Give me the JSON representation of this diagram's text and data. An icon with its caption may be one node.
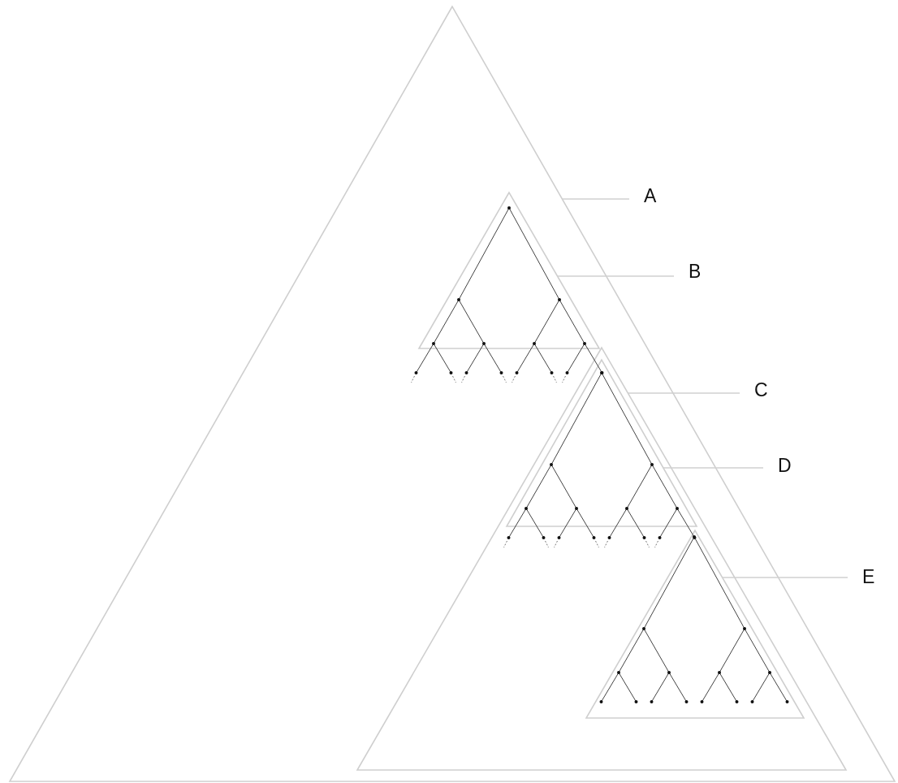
{
  "diagram": {
    "nodes": [
      {
        "text": [],
        "shape": "triangle"
      },
      {
        "text": [],
        "shape": "triangle",
        "in": 0
      },
      {
        "text": [],
        "shape": "triangle",
        "in": 0
      },
      {
        "text": [],
        "shape": "triangle",
        "in": 2
      },
      {
        "text": [],
        "shape": "triangle",
        "in": 2
      },
      {
        "text": [
          "A"
        ]
      },
      {
        "text": [
          "B"
        ]
      },
      {
        "text": [
          "C"
        ]
      },
      {
        "text": [
          "D"
        ]
      },
      {
        "text": [
          "E"
        ]
      }
    ],
    "edges": [
      {
        "from": 5,
        "to": 0,
        "arrow": "none"
      },
      {
        "from": 6,
        "to": 1,
        "arrow": "none"
      },
      {
        "from": 7,
        "to": 2,
        "arrow": "none"
      },
      {
        "from": 8,
        "to": 3,
        "arrow": "none"
      },
      {
        "from": 9,
        "to": 4,
        "arrow": "none"
      }
    ]
  }
}
